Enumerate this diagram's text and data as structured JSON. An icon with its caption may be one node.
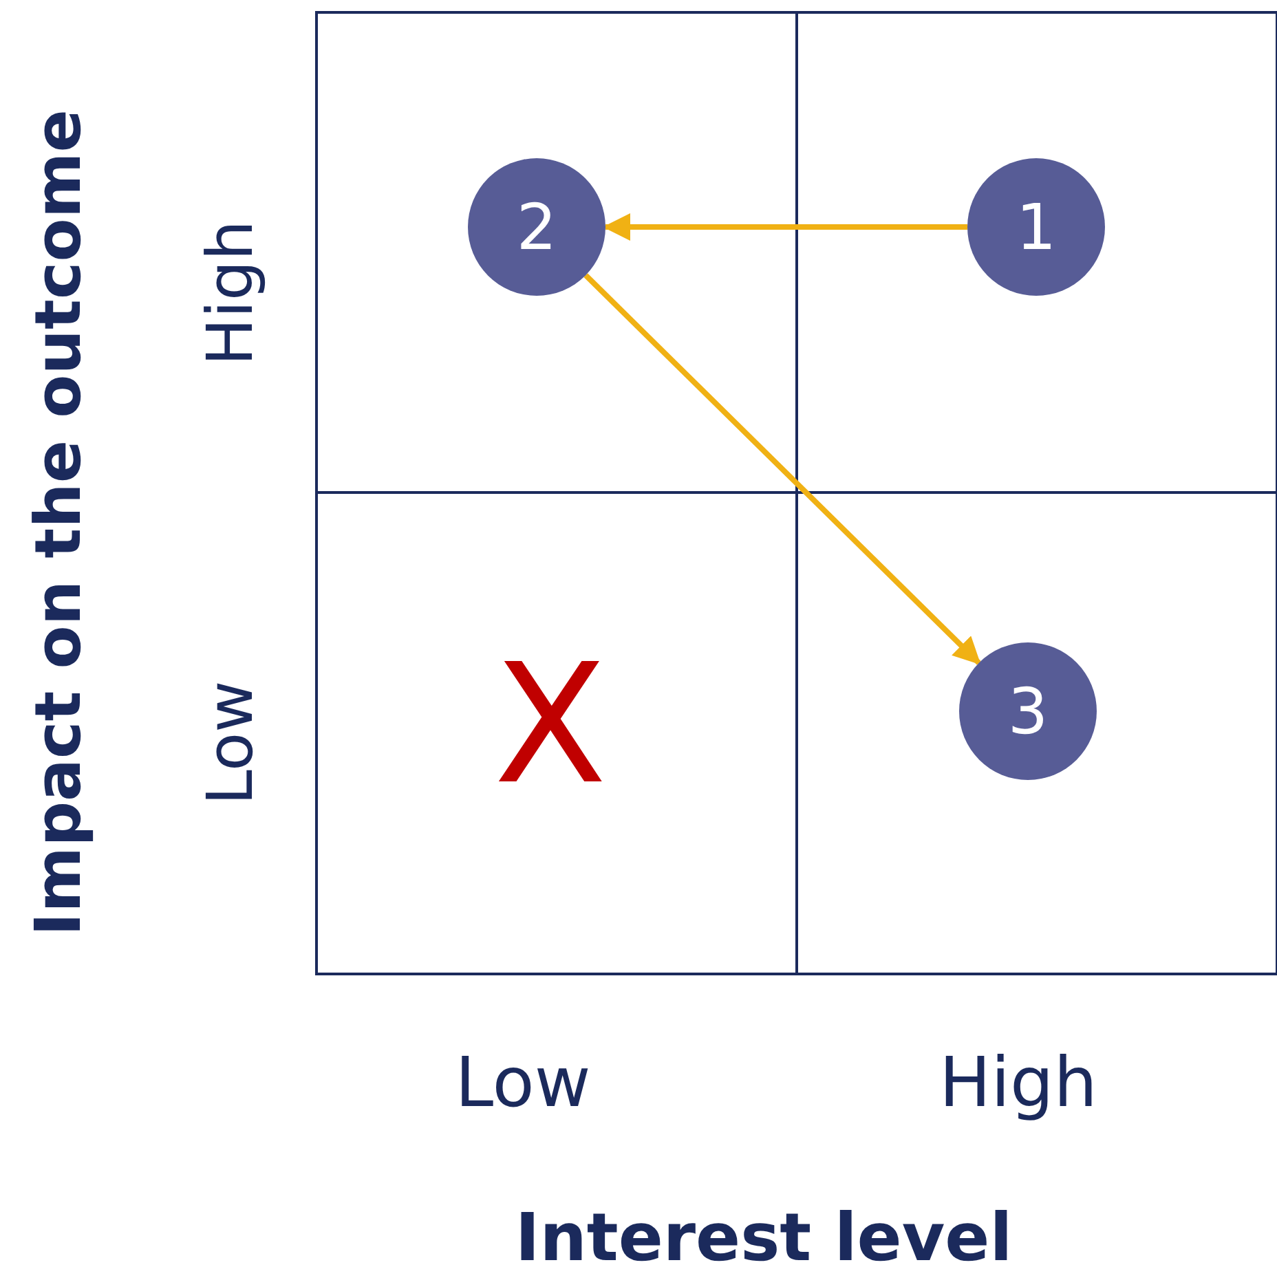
{
  "diagram": {
    "nodes": [
      {
        "text": [],
        "shape": "box"
      },
      {
        "text": [],
        "shape": "box"
      },
      {
        "text": [],
        "shape": "box"
      },
      {
        "text": [],
        "shape": "box"
      },
      {
        "text": [
          "2"
        ],
        "in": 0
      },
      {
        "text": [
          "1"
        ],
        "in": 1
      },
      {
        "text": [
          "X"
        ],
        "in": 2
      },
      {
        "text": [
          "3"
        ],
        "in": 3
      }
    ],
    "edges": [
      {
        "from": 5,
        "to": 4,
        "arrow": "to"
      },
      {
        "from": 4,
        "to": 7,
        "arrow": "to"
      }
    ],
    "labels": [
      "Impact on the outcome",
      "High",
      "Low",
      "Low",
      "High",
      "Interest level"
    ]
  }
}
